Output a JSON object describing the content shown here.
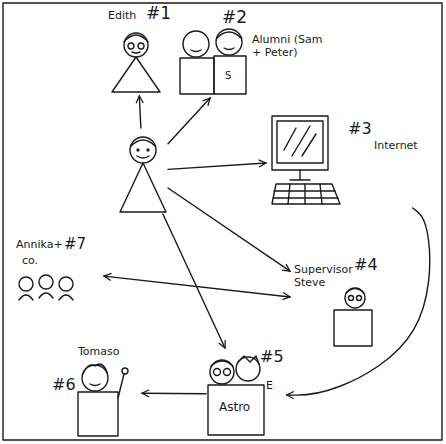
{
  "diagram": {
    "nodes": [
      {
        "text": [
          "#1",
          "Edith"
        ]
      },
      {
        "text": [
          "#2",
          "Alumni (Sam + Peter)"
        ]
      },
      {
        "text": []
      },
      {
        "text": [
          "#3",
          "Internet"
        ]
      },
      {
        "text": [
          "Annika+",
          "#7",
          "co."
        ]
      },
      {
        "text": [
          "Supervisor Steve",
          "#4"
        ]
      },
      {
        "text": [
          "Tomaso",
          "#6"
        ]
      },
      {
        "text": [
          "#5",
          "Astro"
        ]
      }
    ],
    "edges": [
      {
        "from": 2,
        "to": 0,
        "arrow": "to"
      },
      {
        "from": 2,
        "to": 1,
        "arrow": "to"
      },
      {
        "from": 2,
        "to": 3,
        "arrow": "to"
      },
      {
        "from": 2,
        "to": 5,
        "arrow": "to"
      },
      {
        "from": 2,
        "to": 7,
        "arrow": "to"
      },
      {
        "from": 4,
        "to": 5,
        "arrow": "both"
      },
      {
        "from": 7,
        "to": 6,
        "arrow": "to"
      },
      {
        "from": 3,
        "to": 7,
        "arrow": "to"
      }
    ],
    "labels": [
      "S",
      "E"
    ]
  }
}
